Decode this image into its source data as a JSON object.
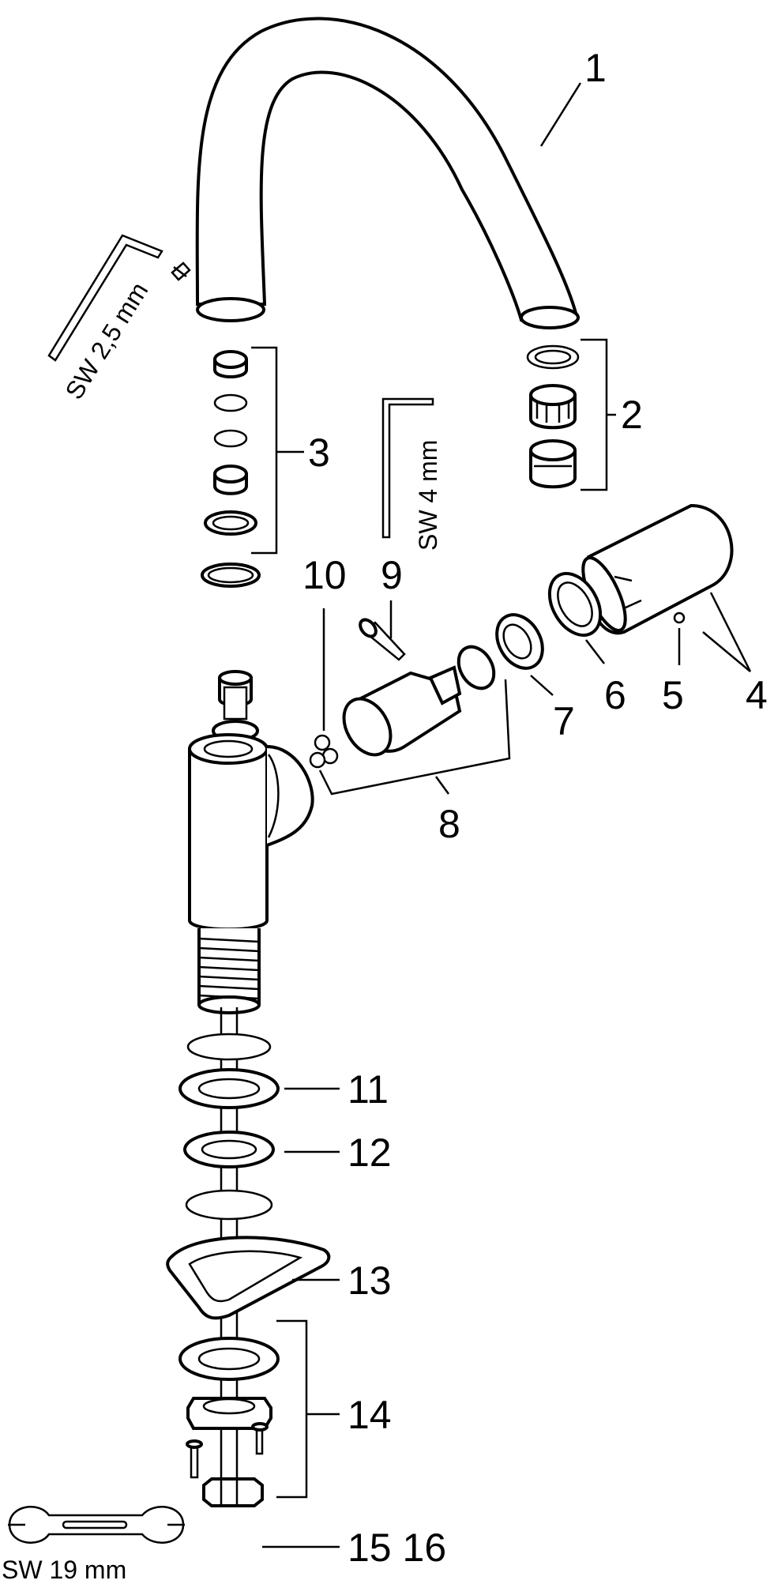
{
  "diagram": {
    "callouts": {
      "c1": "1",
      "c2": "2",
      "c3": "3",
      "c4": "4",
      "c5": "5",
      "c6": "6",
      "c7": "7",
      "c8": "8",
      "c9": "9",
      "c10": "10",
      "c11": "11",
      "c12": "12",
      "c13": "13",
      "c14": "14",
      "c15_16": "15 16"
    },
    "tools": {
      "hex_key_small": "SW 2,5 mm",
      "hex_key_large": "SW 4 mm",
      "wrench": "SW 19 mm"
    }
  }
}
